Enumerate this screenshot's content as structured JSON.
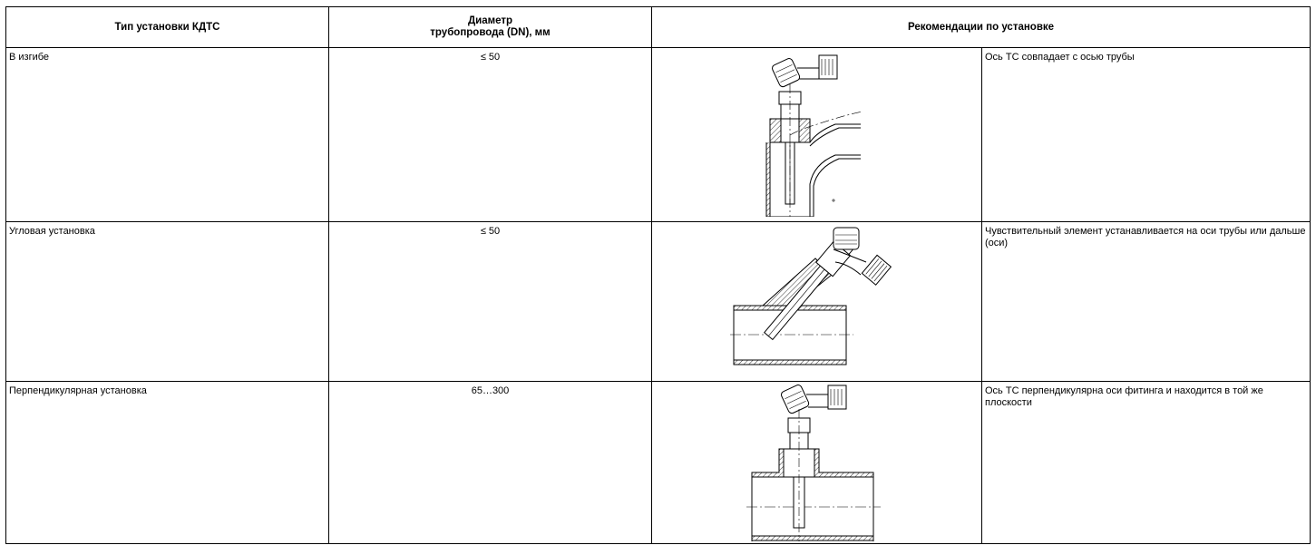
{
  "table": {
    "headers": {
      "type": "Тип установки КДТС",
      "diameter_line1": "Диаметр",
      "diameter_line2": "трубопровода (DN), мм",
      "recommendations": "Рекомендации по установке"
    },
    "rows": [
      {
        "type": "В изгибе",
        "diameter": "≤ 50",
        "figure_icon": "elbow-installation-drawing",
        "recommendation": "Ось ТС совпадает с осью трубы"
      },
      {
        "type": "Угловая установка",
        "diameter": "≤ 50",
        "figure_icon": "angled-installation-drawing",
        "recommendation": "Чувствительный элемент устанавливается на оси трубы или дальше (оси)"
      },
      {
        "type": "Перпендикулярная установка",
        "diameter": "65…300",
        "figure_icon": "perpendicular-installation-drawing",
        "recommendation": "Ось ТС перпендикулярна оси фитинга и находится в той же плоскости"
      }
    ]
  }
}
